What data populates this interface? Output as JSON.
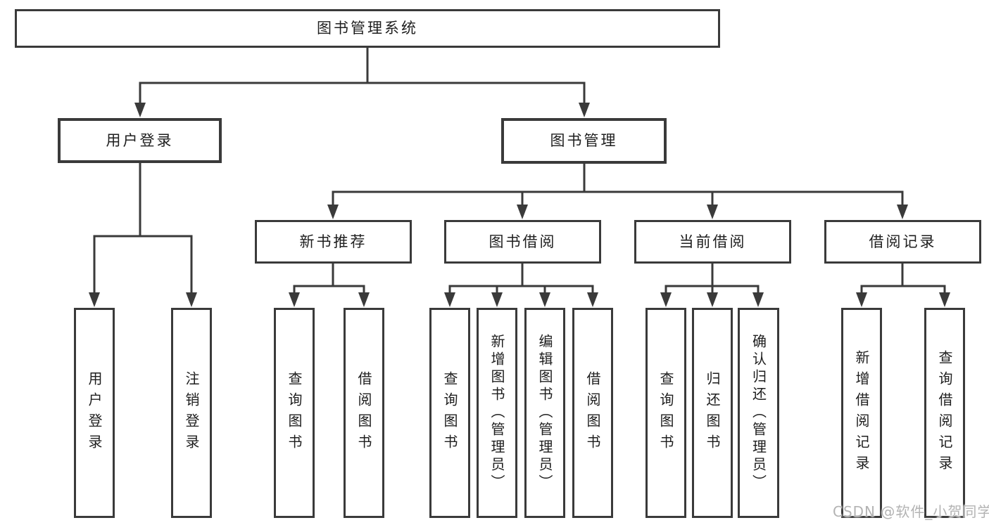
{
  "colors": {
    "line": "#3a3a3a",
    "text": "#1e1e1e",
    "watermark": "#b3b3b3"
  },
  "diagram": {
    "root": {
      "label": "图书管理系统"
    },
    "branches": [
      {
        "label": "用户登录",
        "children": [
          {
            "label": "用户登录"
          },
          {
            "label": "注销登录"
          }
        ]
      },
      {
        "label": "图书管理",
        "children": [
          {
            "label": "新书推荐",
            "children": [
              {
                "label": "查询图书"
              },
              {
                "label": "借阅图书"
              }
            ]
          },
          {
            "label": "图书借阅",
            "children": [
              {
                "label": "查询图书"
              },
              {
                "label": "新增图书（管理员）"
              },
              {
                "label": "编辑图书（管理员）"
              },
              {
                "label": "借阅图书"
              }
            ]
          },
          {
            "label": "当前借阅",
            "children": [
              {
                "label": "查询图书"
              },
              {
                "label": "归还图书"
              },
              {
                "label": "确认归还（管理员）"
              }
            ]
          },
          {
            "label": "借阅记录",
            "children": [
              {
                "label": "新增借阅记录"
              },
              {
                "label": "查询借阅记录"
              }
            ]
          }
        ]
      }
    ]
  },
  "watermark": {
    "text": "CSDN @软件_小贺同学"
  }
}
